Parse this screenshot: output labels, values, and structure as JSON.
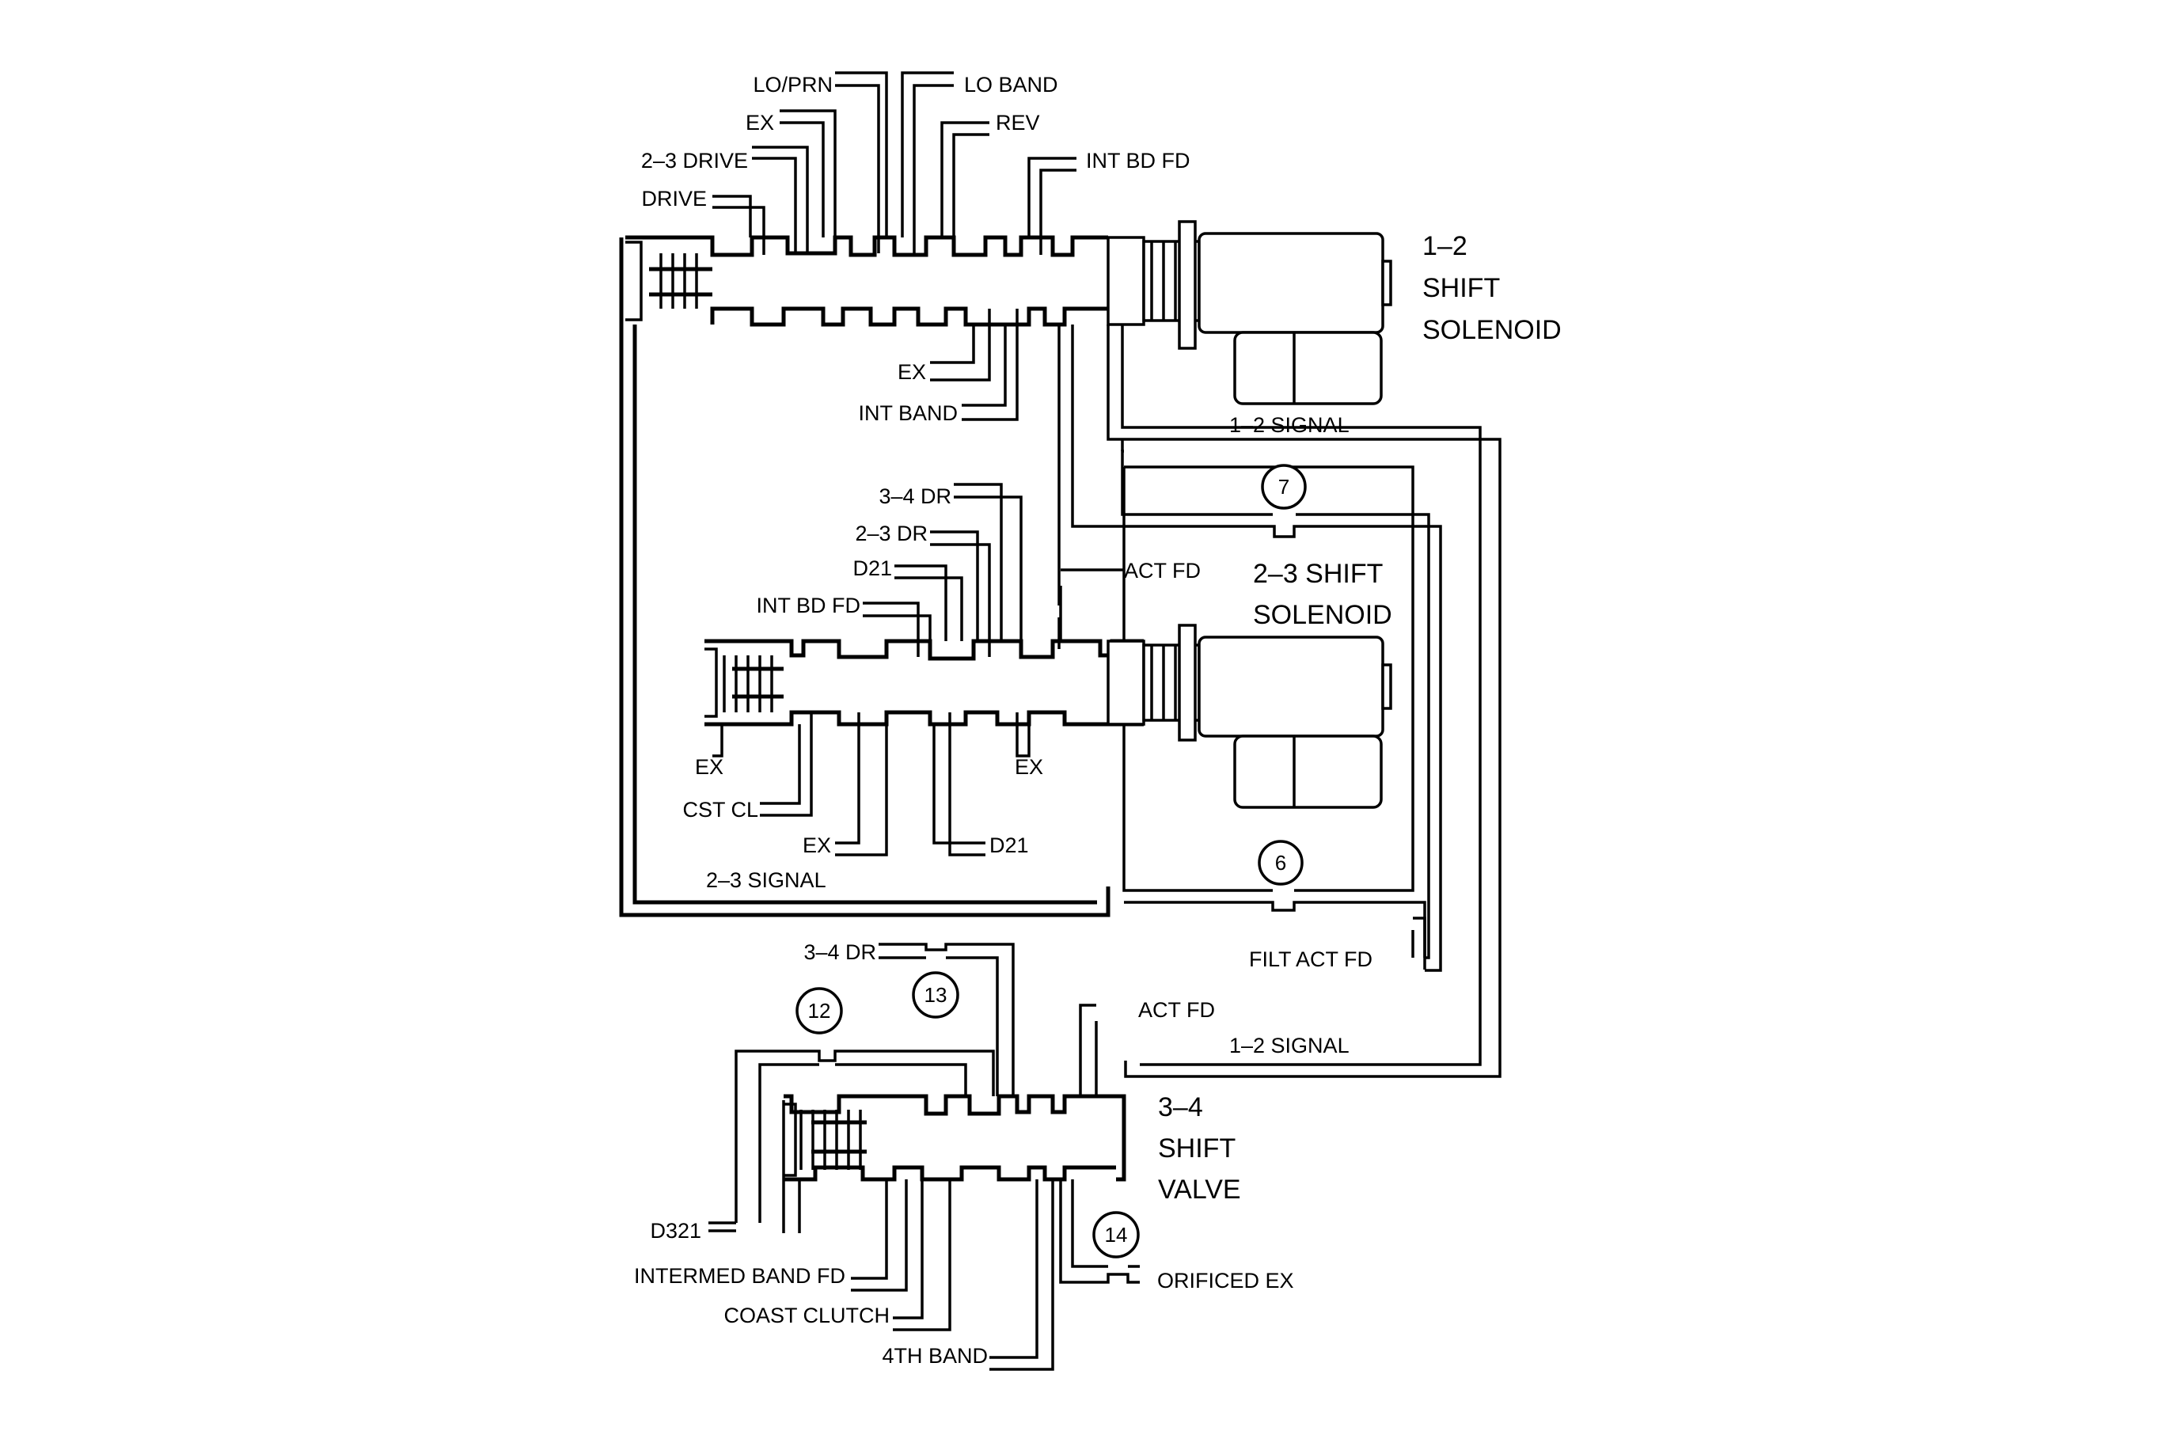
{
  "valve_1_2": {
    "top_labels": {
      "lo_prn": "LO/PRN",
      "lo_band": "LO BAND",
      "ex": "EX",
      "rev": "REV",
      "drive_2_3": "2–3 DRIVE",
      "int_bd_fd": "INT BD FD",
      "drive": "DRIVE"
    },
    "bottom_labels": {
      "ex": "EX",
      "int_band": "INT BAND"
    },
    "solenoid_title_line1": "1–2",
    "solenoid_title_line2": "SHIFT",
    "solenoid_title_line3": "SOLENOID",
    "signal_label": "1–2 SIGNAL"
  },
  "valve_2_3": {
    "top_labels": {
      "dr_3_4": "3–4 DR",
      "dr_2_3": "2–3 DR",
      "d21": "D21",
      "int_bd_fd": "INT BD FD",
      "act_fd": "ACT FD"
    },
    "bottom_labels": {
      "ex_left": "EX",
      "cst_cl": "CST CL",
      "ex_mid": "EX",
      "d21": "D21",
      "ex_right": "EX"
    },
    "solenoid_title_line1": "2–3 SHIFT",
    "solenoid_title_line2": "SOLENOID",
    "signal_label": "2–3 SIGNAL"
  },
  "orifices": {
    "o7": "7",
    "o6": "6",
    "o12": "12",
    "o13": "13",
    "o14": "14"
  },
  "filt_act_fd": "FILT ACT FD",
  "valve_3_4": {
    "labels": {
      "dr_3_4": "3–4 DR",
      "act_fd": "ACT FD",
      "signal_1_2": "1–2 SIGNAL",
      "d321": "D321",
      "intermed_band_fd": "INTERMED BAND FD",
      "coast_clutch": "COAST CLUTCH",
      "band_4th": "4TH BAND",
      "orificed_ex": "ORIFICED EX"
    },
    "title_line1": "3–4",
    "title_line2": "SHIFT",
    "title_line3": "VALVE"
  }
}
